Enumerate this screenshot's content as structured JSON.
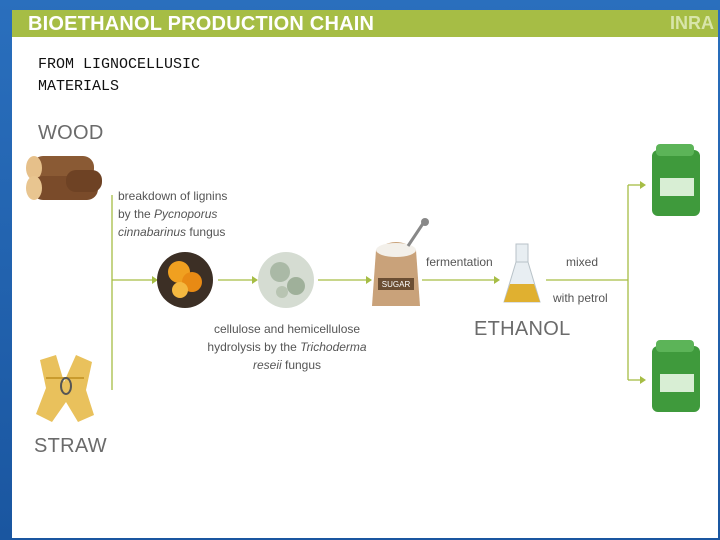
{
  "title": "BIOETHANOL PRODUCTION CHAIN",
  "logo_text": "INRA",
  "subtitle": "FROM LIGNOCELLUSIC\nMATERIALS",
  "sources": {
    "wood": "WOOD",
    "straw": "STRAW"
  },
  "steps": {
    "lignin_line1": "breakdown of lignins",
    "lignin_line2_prefix": "by the ",
    "lignin_line2_italic": "Pycnoporus",
    "lignin_line3_italic": "cinnabarinus",
    "lignin_line3_suffix": " fungus",
    "cellulose_line1": "cellulose and hemicellulose",
    "cellulose_line2_prefix": "hydrolysis by the ",
    "cellulose_line2_italic": "Trichoderma",
    "cellulose_line3_italic": "reseii",
    "cellulose_line3_suffix": " fungus",
    "fermentation": "fermentation",
    "mixed": "mixed",
    "with_petrol": "with petrol"
  },
  "sugar_label": "SUGAR",
  "product": "ETHANOL",
  "colors": {
    "title_bar": "#a6bd45",
    "arrow": "#a6bd45",
    "slide_bg": "#1d5ea8"
  }
}
